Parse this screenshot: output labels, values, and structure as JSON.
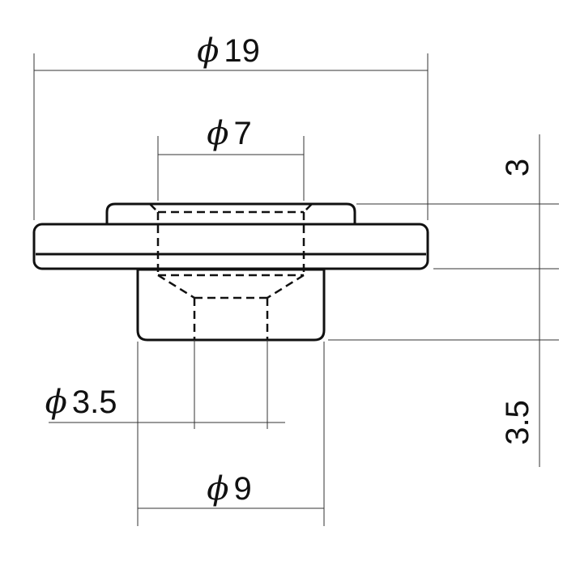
{
  "drawing": {
    "diameter_symbol": "ϕ",
    "dimensions": {
      "outer_flange_diameter": "19",
      "top_hole_diameter": "7",
      "bottom_hole_diameter": "3.5",
      "body_diameter": "9",
      "flange_height": "3",
      "body_height": "3.5"
    }
  }
}
